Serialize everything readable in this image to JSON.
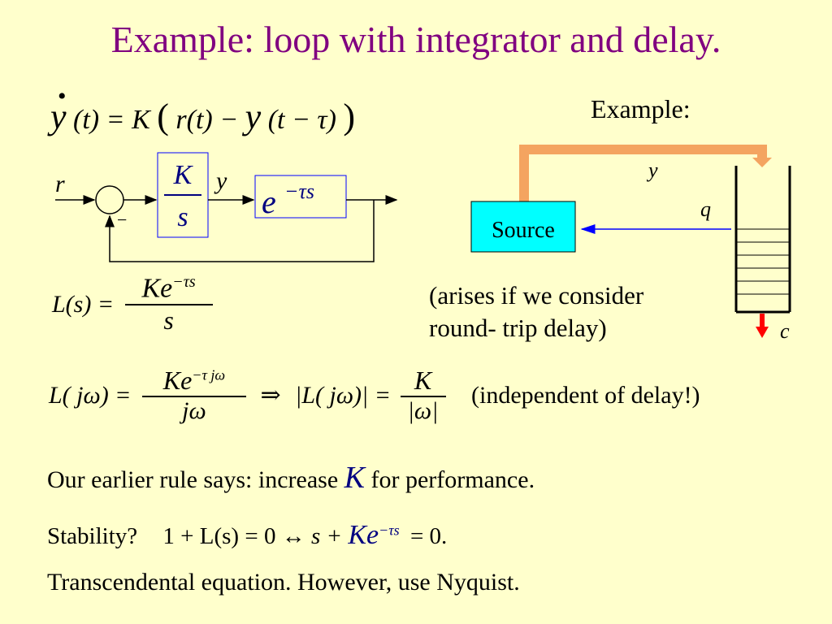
{
  "title": "Example: loop with integrator and delay.",
  "eq_ode": {
    "lhs": "y",
    "lhs_arg": "(t) = K",
    "paren_open": "(",
    "mid": "r(t) −",
    "y2": "y",
    "arg2": "(t − τ)",
    "paren_close": ")"
  },
  "block_diagram": {
    "input_label": "r",
    "minus_sign": "−",
    "gain_num": "K",
    "gain_den": "s",
    "output_label": "y",
    "delay_base": "e",
    "delay_exp": "−τs"
  },
  "example_diagram": {
    "heading": "Example:",
    "label_y": "y",
    "label_q": "q",
    "label_c": "c",
    "source_label": "Source",
    "colors": {
      "pipe": "#F4A460",
      "source_fill": "#00FFFF",
      "arrow_blue": "#0000FF",
      "arrow_red": "#FF0000"
    }
  },
  "eq_L": {
    "lhs": "L(s) =",
    "num": "Ke",
    "num_exp": "−τs",
    "den": "s"
  },
  "note_roundtrip": [
    "(arises if we consider",
    "round- trip delay)"
  ],
  "eq_Ljw": {
    "lhs": "L( jω) =",
    "num": "Ke",
    "num_exp": "−τ jω",
    "den": "jω",
    "implies": "⇒",
    "abs": "|L( jω)| =",
    "rhs_num": "K",
    "rhs_den": "|ω|",
    "note": "(independent of delay!)"
  },
  "rule_line": {
    "pre": "Our earlier rule says: increase",
    "var": "K",
    "post": "for performance."
  },
  "stability_line": {
    "label": "Stability?",
    "eq1": "1 + L(s) = 0",
    "arrow": "↔",
    "eq2": "s +",
    "ke": "Ke",
    "ke_exp": "−τs",
    "tail": "= 0."
  },
  "final_line": "Transcendental equation. However, use Nyquist."
}
